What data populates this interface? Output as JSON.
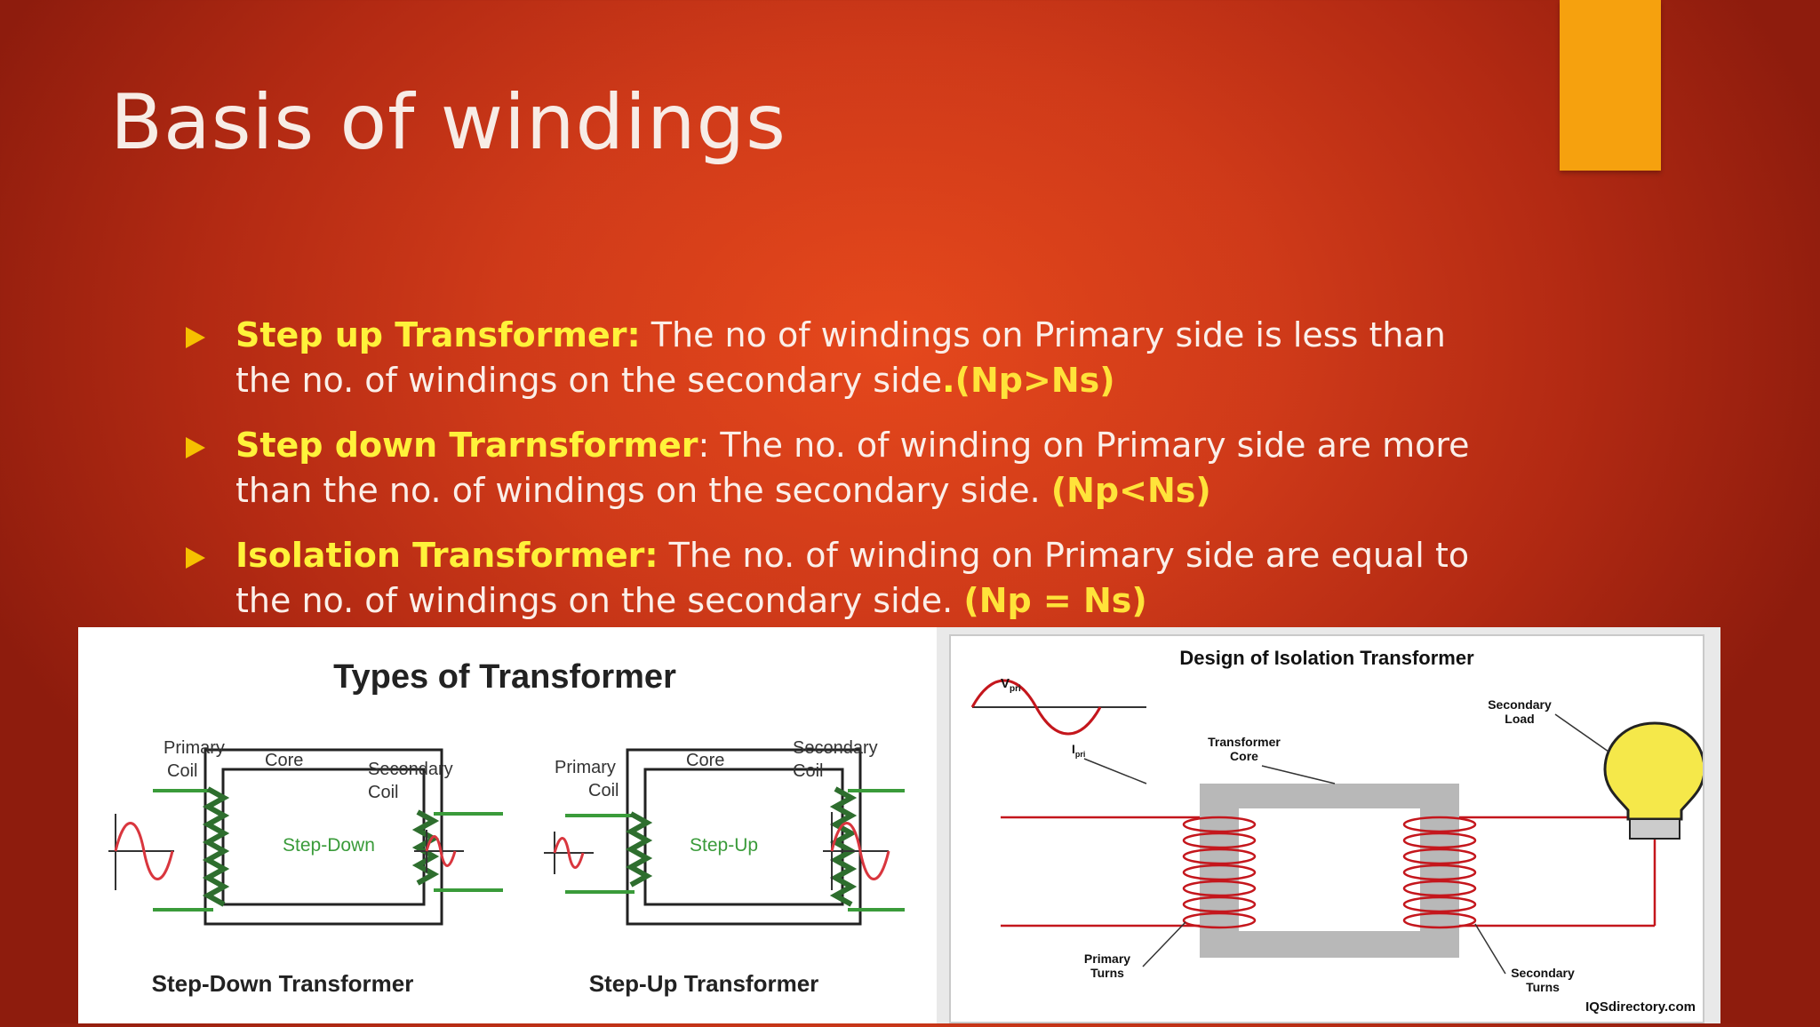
{
  "slide": {
    "title": "Basis of windings",
    "accent_color": "#f6a10e",
    "bullets": [
      {
        "term": "Step up Transformer:",
        "text": " The no of windings on Primary side is less than the no. of windings on the secondary side",
        "text_bold_dot": ".",
        "ratio": "(Np>Ns)"
      },
      {
        "term": "Step down Trarnsformer",
        "text": ": The no. of winding on Primary side are more than the no. of windings on the secondary side. ",
        "text_bold_dot": "",
        "ratio": "(Np<Ns)"
      },
      {
        "term": "Isolation Transformer:",
        "text": " The no. of winding on Primary side are equal to the no. of windings on the secondary side. ",
        "text_bold_dot": "",
        "ratio": "(Np = Ns)"
      }
    ]
  },
  "types_figure": {
    "heading": "Types of Transformer",
    "left": {
      "primary": [
        "Primary",
        "Coil"
      ],
      "core": "Core",
      "secondary": [
        "Secondary",
        "Coil"
      ],
      "center": "Step-Down",
      "caption": "Step-Down Transformer"
    },
    "right": {
      "primary": [
        "Primary",
        "Coil"
      ],
      "core": "Core",
      "secondary": [
        "Secondary",
        "Coil"
      ],
      "center": "Step-Up",
      "caption": "Step-Up Transformer"
    }
  },
  "isolation_figure": {
    "heading": "Design of Isolation Transformer",
    "vpri": "V",
    "vpri_sub": "pri",
    "ipri": "I",
    "ipri_sub": "pri",
    "core": [
      "Transformer",
      "Core"
    ],
    "load": [
      "Secondary",
      "Load"
    ],
    "primary_turns": [
      "Primary",
      "Turns"
    ],
    "secondary_turns": [
      "Secondary",
      "Turns"
    ],
    "credit": "IQSdirectory.com"
  }
}
